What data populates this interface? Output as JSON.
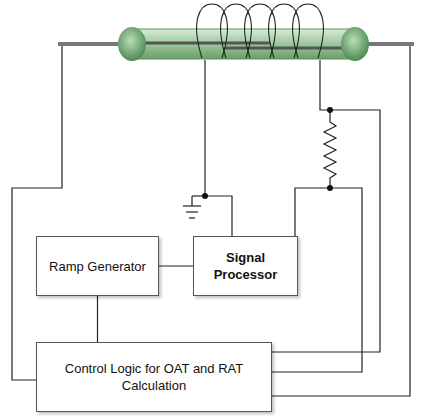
{
  "diagram": {
    "nodes": [
      {
        "text": [
          "Ramp Generator"
        ]
      },
      {
        "text": [
          "Signal Processor"
        ]
      },
      {
        "text": [
          "Control Logic for OAT and RAT Calculation"
        ]
      }
    ],
    "edges": [
      {
        "from": 0,
        "to": 1,
        "arrow": "none"
      },
      {
        "from": 0,
        "to": 2,
        "arrow": "none"
      }
    ]
  }
}
